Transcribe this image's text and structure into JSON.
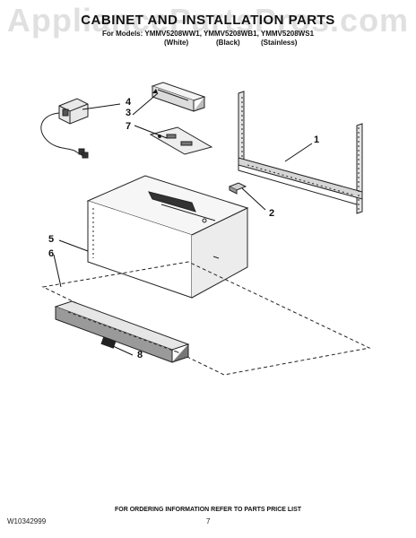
{
  "watermark": "AppliancePartsPros.com",
  "header": {
    "title": "CABINET AND INSTALLATION PARTS",
    "models_line": "For Models: YMMV5208WW1, YMMV5208WB1, YMMV5208WS1",
    "variants": [
      "(White)",
      "(Black)",
      "(Stainless)"
    ]
  },
  "callouts": [
    "1",
    "2",
    "3",
    "4",
    "5",
    "6",
    "7",
    "8"
  ],
  "footer": {
    "order_note": "FOR ORDERING INFORMATION REFER TO PARTS PRICE LIST",
    "doc_id": "W10342999",
    "page": "7"
  }
}
